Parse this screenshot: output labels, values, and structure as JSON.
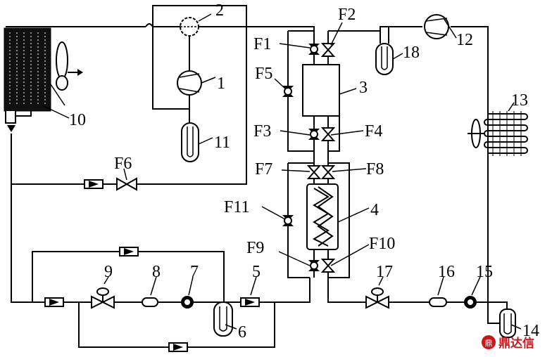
{
  "labels": {
    "n1": "1",
    "n2": "2",
    "n3": "3",
    "n4": "4",
    "n5": "5",
    "n6": "6",
    "n7": "7",
    "n8": "8",
    "n9": "9",
    "n10": "10",
    "n11": "11",
    "n12": "12",
    "n13": "13",
    "n14": "14",
    "n15": "15",
    "n16": "16",
    "n17": "17",
    "n18": "18",
    "f1": "F1",
    "f2": "F2",
    "f3": "F3",
    "f4": "F4",
    "f5": "F5",
    "f6": "F6",
    "f7": "F7",
    "f8": "F8",
    "f9": "F9",
    "f10": "F10",
    "f11": "F11"
  },
  "watermark": "鼎达信",
  "colors": {
    "line": "#000000",
    "watermark": "#c8161d"
  }
}
